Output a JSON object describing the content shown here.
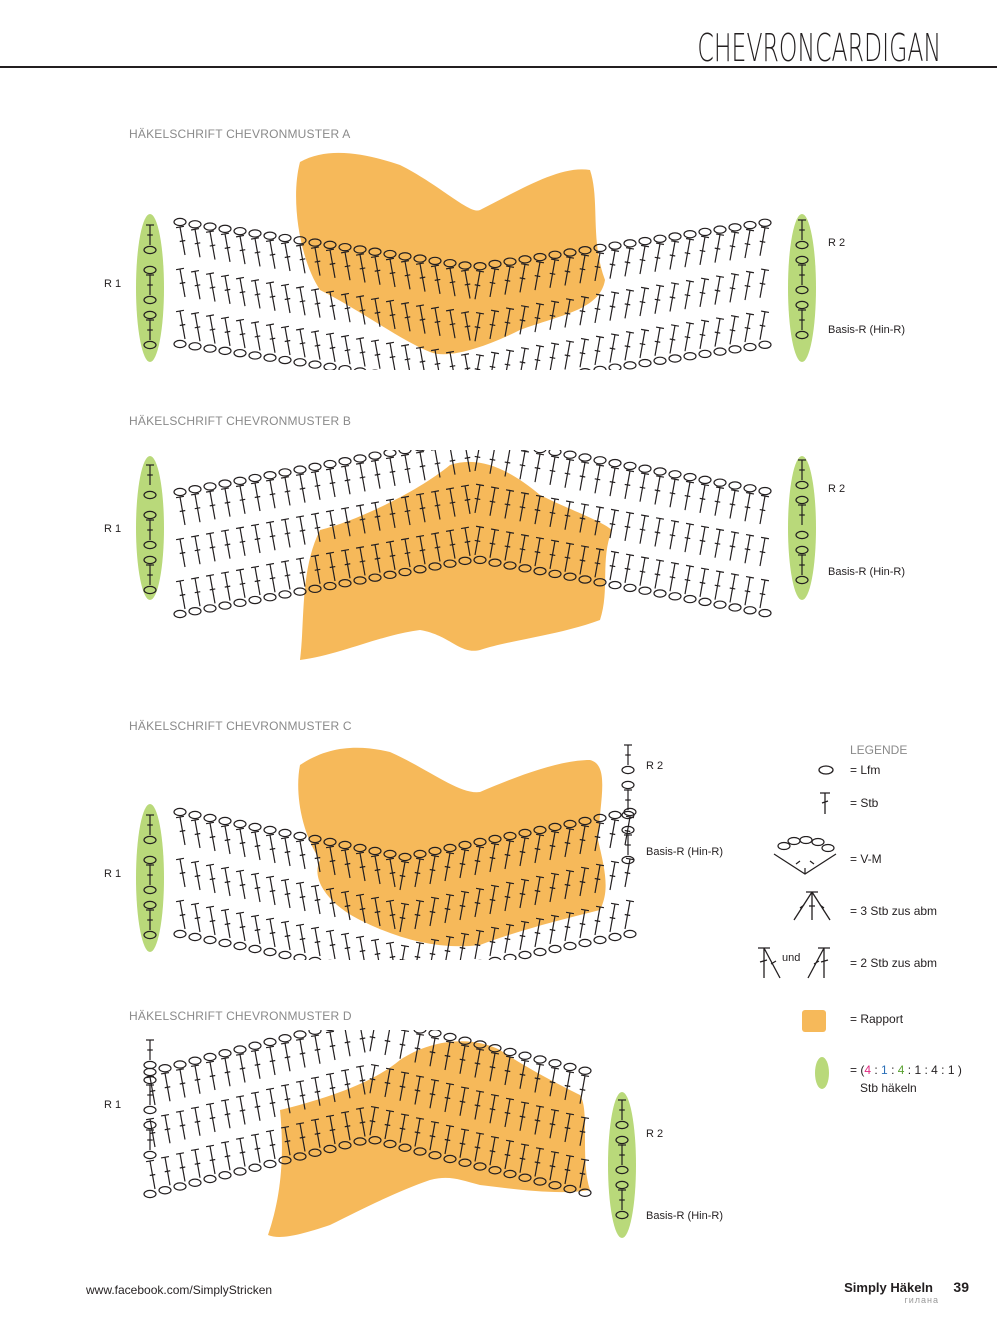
{
  "header": {
    "title": "CHEVRONCARDIGAN"
  },
  "charts": [
    {
      "title": "HÄKELSCHRIFT CHEVRONMUSTER A",
      "r1": "R 1",
      "r2": "R 2",
      "basis": "Basis-R (Hin-R)"
    },
    {
      "title": "HÄKELSCHRIFT CHEVRONMUSTER B",
      "r1": "R 1",
      "r2": "R 2",
      "basis": "Basis-R (Hin-R)"
    },
    {
      "title": "HÄKELSCHRIFT CHEVRONMUSTER C",
      "r1": "R 1",
      "r2": "R 2",
      "basis": "Basis-R (Hin-R)"
    },
    {
      "title": "HÄKELSCHRIFT CHEVRONMUSTER D",
      "r1": "R 1",
      "r2": "R 2",
      "basis": "Basis-R (Hin-R)"
    }
  ],
  "legend": {
    "title": "LEGENDE",
    "items": [
      {
        "icon": "chain-stitch-icon",
        "label": "= Lfm"
      },
      {
        "icon": "double-crochet-icon",
        "label": "= Stb"
      },
      {
        "icon": "v-stitch-icon",
        "label": "= V-M"
      },
      {
        "icon": "three-dc-together-icon",
        "label": "= 3 Stb zus abm"
      },
      {
        "icon": "two-dc-together-icon",
        "label": "= 2 Stb zus abm",
        "und": "und"
      },
      {
        "icon": "repeat-swatch-icon",
        "label": "= Rapport"
      },
      {
        "icon": "green-oval-icon",
        "label_prefix": "= (",
        "n1": "4",
        "n2": "1",
        "n3": "4",
        "n4": "1",
        "n5": "4",
        "n6": "1",
        "label_suffix": ")",
        "label_line2": "Stb häkeln"
      }
    ]
  },
  "colors": {
    "rapport": "#f6b95a",
    "highlight": "#b9d97a",
    "ink": "#231f20"
  },
  "footer": {
    "url": "www.facebook.com/SimplyStricken",
    "magazine": "Simply Häkeln",
    "page": "39",
    "watermark": "гилана"
  }
}
